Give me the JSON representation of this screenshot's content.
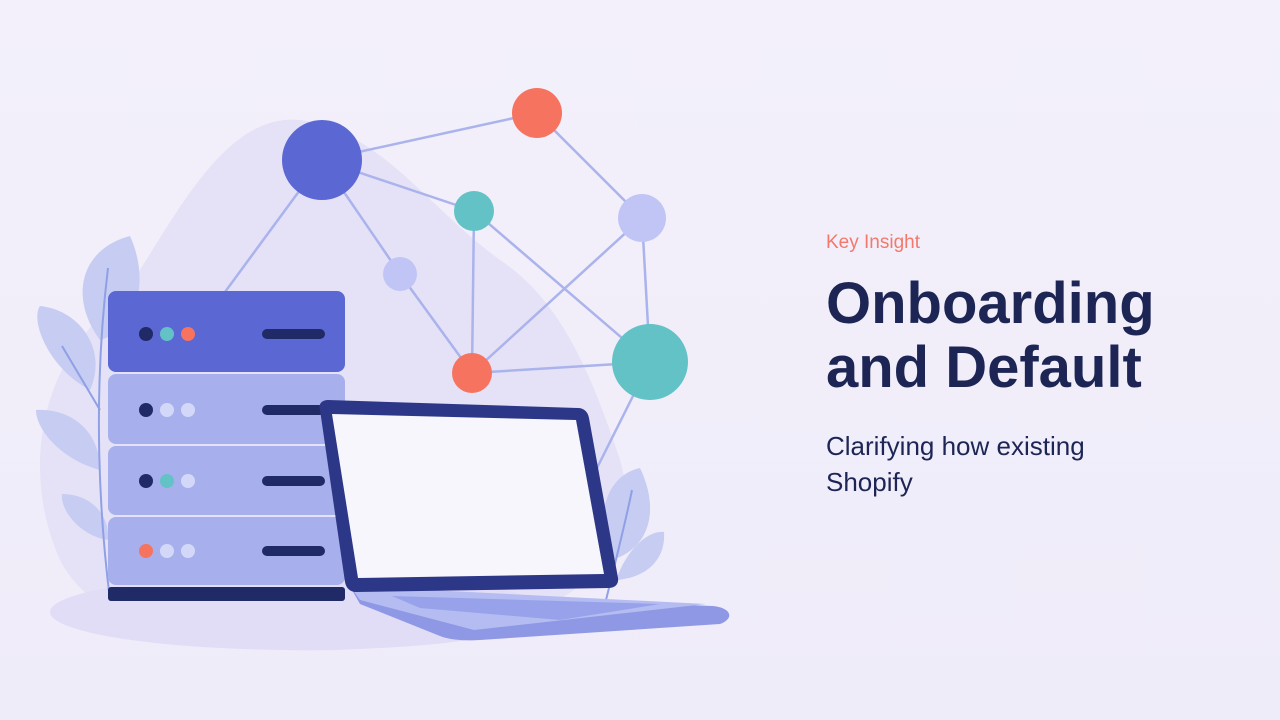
{
  "eyebrow": "Key Insight",
  "title_line_1": "Onboarding",
  "title_line_2": "and Default",
  "subtitle": "Clarifying how existing Shopify",
  "colors": {
    "background": "#f1eef9",
    "accent": "#f2796b",
    "title": "#1c2554",
    "server_top": "#5b67d3",
    "server_body": "#a7b0ec",
    "teal_node": "#62c2c6",
    "coral_node": "#f6735f",
    "light_node": "#c0c5f5"
  },
  "illustration": {
    "server_rack_icon": "server-rack-icon",
    "laptop_icon": "laptop-icon",
    "network_graph_icon": "network-graph-icon",
    "leaf_icon": "leaf-icon"
  }
}
